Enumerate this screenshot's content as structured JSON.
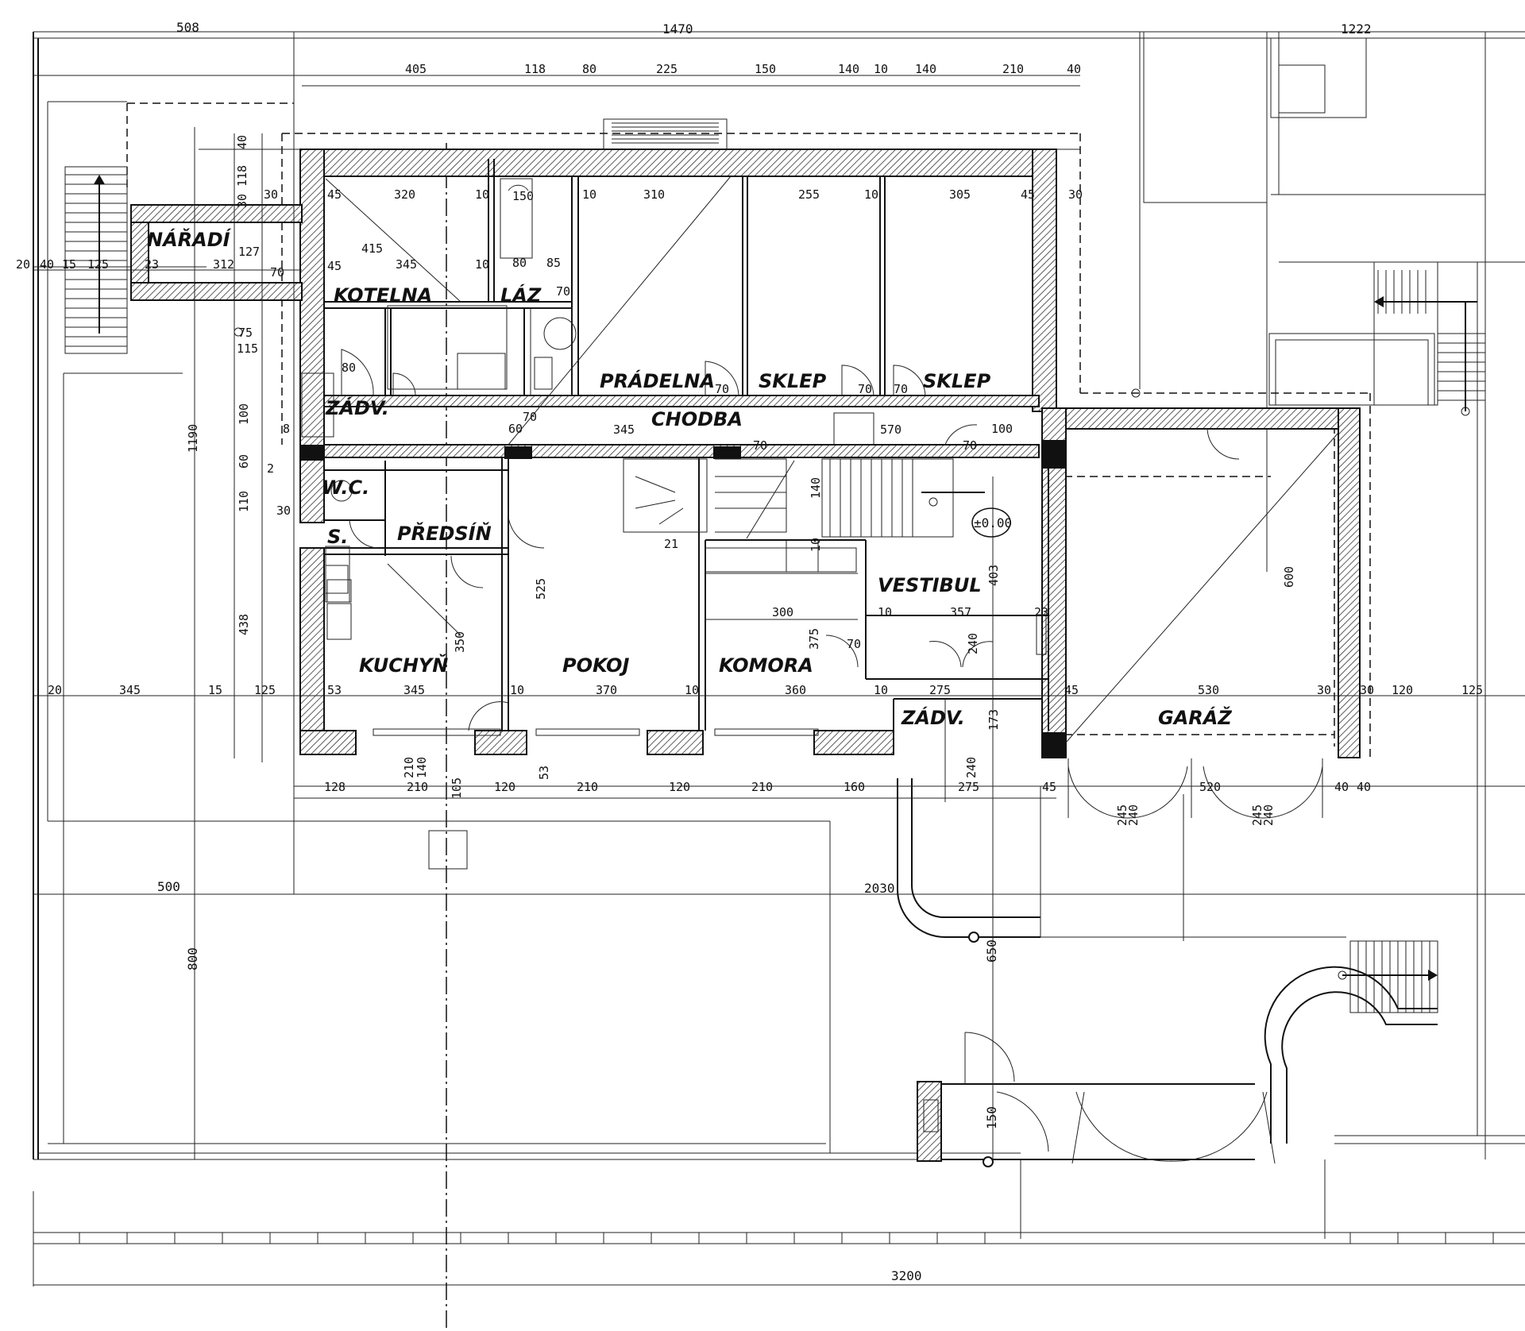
{
  "rooms": {
    "naradi": "NÁŘADÍ",
    "kotelna": "KOTELNA",
    "laz": "LÁZ",
    "pradelna": "PRÁDELNA",
    "sklep1": "SKLEP",
    "sklep2": "SKLEP",
    "zadv1": "ZÁDV.",
    "chodba": "CHODBA",
    "wc": "W.C.",
    "s": "S.",
    "predsin": "PŘEDSÍŇ",
    "vestibul": "VESTIBUL",
    "kuchyn": "KUCHYŇ",
    "pokoj": "POKOJ",
    "komora": "KOMORA",
    "zadv2": "ZÁDV.",
    "garaz": "GARÁŽ"
  },
  "level_mark": "±0.00",
  "dims_top": [
    "508",
    "1470",
    "1222"
  ],
  "dims_row2": [
    "405",
    "118",
    "80",
    "225",
    "150",
    "140",
    "10",
    "140",
    "210",
    "40"
  ],
  "dims_row3": [
    "45",
    "320",
    "10",
    "150",
    "10",
    "310",
    "255",
    "10",
    "305",
    "45",
    "30"
  ],
  "dims_inner": [
    "345",
    "10",
    "80",
    "85",
    "70",
    "75",
    "115",
    "80",
    "70",
    "70",
    "70"
  ],
  "dims_chodba": [
    "345",
    "60",
    "70",
    "570",
    "70",
    "100"
  ],
  "dims_kotelna": [
    "45",
    "415",
    "23",
    "312",
    "127",
    "70"
  ],
  "dims_row_mid": [
    "20",
    "345",
    "15",
    "125",
    "53",
    "345",
    "10",
    "370",
    "10",
    "360",
    "10",
    "275",
    "45",
    "530",
    "30",
    "30",
    "120",
    "125"
  ],
  "dims_room_inner": [
    "300",
    "357",
    "23",
    "525",
    "350",
    "403",
    "600",
    "375",
    "438",
    "1190"
  ],
  "dims_bottom_row": [
    "128",
    "210",
    "105",
    "120",
    "53",
    "210",
    "120",
    "210",
    "160",
    "45",
    "520",
    "40",
    "40"
  ],
  "dims_doors": [
    "210",
    "140",
    "240",
    "240",
    "245",
    "240",
    "245",
    "240",
    "275",
    "173"
  ],
  "dims_left": [
    "20",
    "40",
    "15",
    "125",
    "40",
    "118",
    "30",
    "30",
    "100",
    "60",
    "110",
    "8",
    "2",
    "30"
  ],
  "dims_site": [
    "500",
    "2030",
    "800",
    "650",
    "150",
    "3200"
  ],
  "dims_stair": [
    "21",
    "140",
    "10",
    "70",
    "70",
    "10"
  ]
}
